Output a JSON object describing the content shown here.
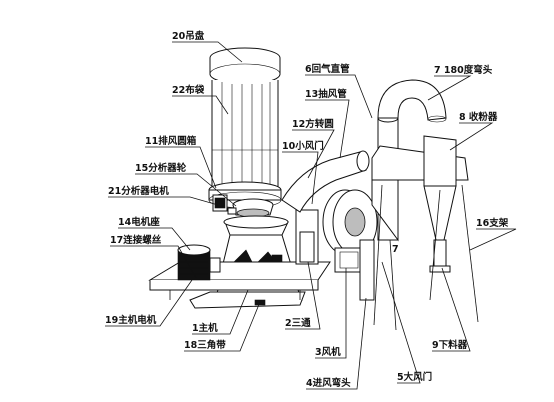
{
  "labels": {
    "l20": "20吊盘",
    "l22": "22布袋",
    "l11": "11排风圆箱",
    "l15": "15分析器轮",
    "l21": "21分析器电机",
    "l14": "14电机座",
    "l17": "17连接螺丝",
    "l19": "19主机电机",
    "l1": "1主机",
    "l18": "18三角带",
    "l6": "6回气直管",
    "l7": "7 180度弯头",
    "l13": "13抽风管",
    "l12": "12方转圆",
    "l10": "10小风门",
    "l8": "8 收粉器",
    "l16": "16支架",
    "l7b": "7",
    "l2": "2三通",
    "l3": "3风机",
    "l4": "4进风弯头",
    "l5": "5大风门",
    "l9": "9下料器"
  }
}
